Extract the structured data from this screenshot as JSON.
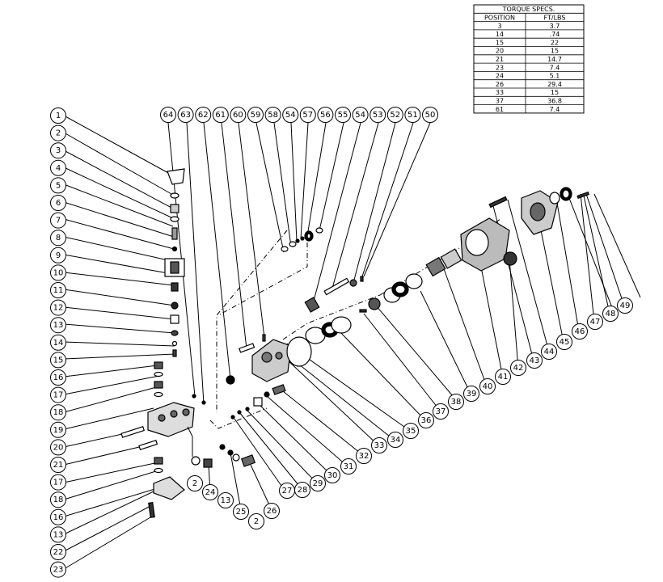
{
  "torque_table": {
    "title": "TORQUE SPECS.",
    "headers": [
      "POSITION",
      "FT/LBS"
    ],
    "rows": [
      [
        "3",
        "3.7"
      ],
      [
        "14",
        ".74"
      ],
      [
        "15",
        "22"
      ],
      [
        "20",
        "15"
      ],
      [
        "21",
        "14.7"
      ],
      [
        "23",
        "7.4"
      ],
      [
        "24",
        "5.1"
      ],
      [
        "26",
        "29.4"
      ],
      [
        "33",
        "15"
      ],
      [
        "37",
        "36.8"
      ],
      [
        "61",
        "7.4"
      ]
    ]
  },
  "callouts": {
    "left_column": [
      "1",
      "2",
      "3",
      "4",
      "5",
      "6",
      "7",
      "8",
      "9",
      "10",
      "11",
      "12",
      "13",
      "14",
      "15",
      "16",
      "17",
      "18",
      "19",
      "20",
      "21",
      "17",
      "18",
      "16",
      "13",
      "22",
      "23"
    ],
    "top_row": [
      "64",
      "63",
      "62",
      "61",
      "60",
      "59",
      "58",
      "54",
      "57",
      "56",
      "55",
      "54",
      "53",
      "52",
      "51",
      "50"
    ],
    "bottom_diagonal": [
      "24",
      "25",
      "26",
      "27",
      "28",
      "29",
      "30",
      "31",
      "32",
      "33",
      "34",
      "35",
      "36",
      "37",
      "38",
      "39",
      "40",
      "41",
      "42",
      "43",
      "44",
      "45",
      "46",
      "47",
      "48",
      "49"
    ],
    "bottom_extra": [
      "2",
      "13",
      "2"
    ]
  }
}
